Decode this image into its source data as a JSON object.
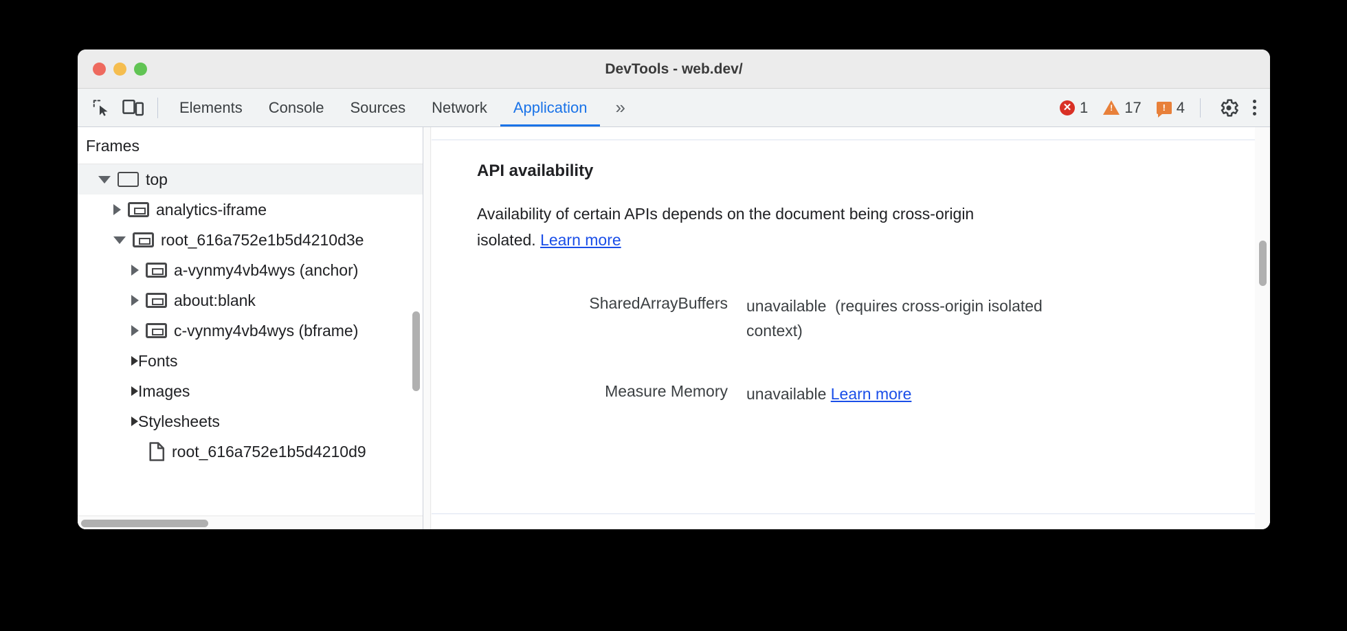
{
  "window": {
    "title": "DevTools - web.dev/",
    "traffic_lights": [
      "close-red",
      "minimize-yellow",
      "zoom-green"
    ]
  },
  "toolbar": {
    "inspect_icon": "inspect-element-icon",
    "device_icon": "device-toolbar-icon",
    "tabs": [
      {
        "label": "Elements",
        "active": false
      },
      {
        "label": "Console",
        "active": false
      },
      {
        "label": "Sources",
        "active": false
      },
      {
        "label": "Network",
        "active": false
      },
      {
        "label": "Application",
        "active": true
      }
    ],
    "overflow_label": "»",
    "badges": {
      "error": {
        "icon": "error-circle-icon",
        "glyph": "✕",
        "count": "1",
        "color": "#d93025"
      },
      "warning": {
        "icon": "warning-triangle-icon",
        "count": "17",
        "color": "#e8803a"
      },
      "info": {
        "icon": "info-bubble-icon",
        "glyph": "!",
        "count": "4",
        "color": "#e8803a"
      }
    },
    "settings_icon": "gear-icon",
    "more_icon": "kebab-menu-icon"
  },
  "sidebar": {
    "header": "Frames",
    "tree": [
      {
        "label": "top",
        "icon": "frame-top-icon",
        "twisty": "open",
        "depth": 0,
        "selected": true
      },
      {
        "label": "analytics-iframe",
        "icon": "frame-icon",
        "twisty": "closed",
        "depth": 1,
        "selected": false
      },
      {
        "label": "root_616a752e1b5d4210d3e",
        "icon": "frame-icon",
        "twisty": "open",
        "depth": 1,
        "selected": false
      },
      {
        "label": "a-vynmy4vb4wys (anchor)",
        "icon": "frame-icon",
        "twisty": "closed",
        "depth": 2,
        "selected": false
      },
      {
        "label": "about:blank",
        "icon": "frame-icon",
        "twisty": "closed",
        "depth": 2,
        "selected": false
      },
      {
        "label": "c-vynmy4vb4wys (bframe)",
        "icon": "frame-icon",
        "twisty": "closed",
        "depth": 2,
        "selected": false
      },
      {
        "label": "Fonts",
        "icon": "none",
        "twisty": "small",
        "depth": 1.5,
        "selected": false
      },
      {
        "label": "Images",
        "icon": "none",
        "twisty": "small",
        "depth": 1.5,
        "selected": false
      },
      {
        "label": "Stylesheets",
        "icon": "none",
        "twisty": "small",
        "depth": 1.5,
        "selected": false
      },
      {
        "label": "root_616a752e1b5d4210d9",
        "icon": "document-icon",
        "twisty": "none",
        "depth": 2,
        "selected": false
      }
    ],
    "vertical_scrollbar": "sidebar-vertical-scrollbar",
    "horizontal_scrollbar": "sidebar-horizontal-scrollbar"
  },
  "main": {
    "section_title": "API availability",
    "description_before": "Availability of certain APIs depends on the document being cross-origin isolated. ",
    "description_link": "Learn more",
    "rows": [
      {
        "key": "SharedArrayBuffers",
        "value": "unavailable",
        "note": "(requires cross-origin isolated context)",
        "link": ""
      },
      {
        "key": "Measure Memory",
        "value": "unavailable",
        "note": "",
        "link": "Learn more"
      }
    ],
    "vertical_scrollbar": "main-vertical-scrollbar"
  },
  "colors": {
    "accent": "#1a73e8",
    "link": "#1a4ee8",
    "error": "#d93025",
    "warning": "#e8803a",
    "toolbar_bg": "#f1f3f4",
    "titlebar_bg": "#ececec",
    "page_bg": "#000000"
  }
}
